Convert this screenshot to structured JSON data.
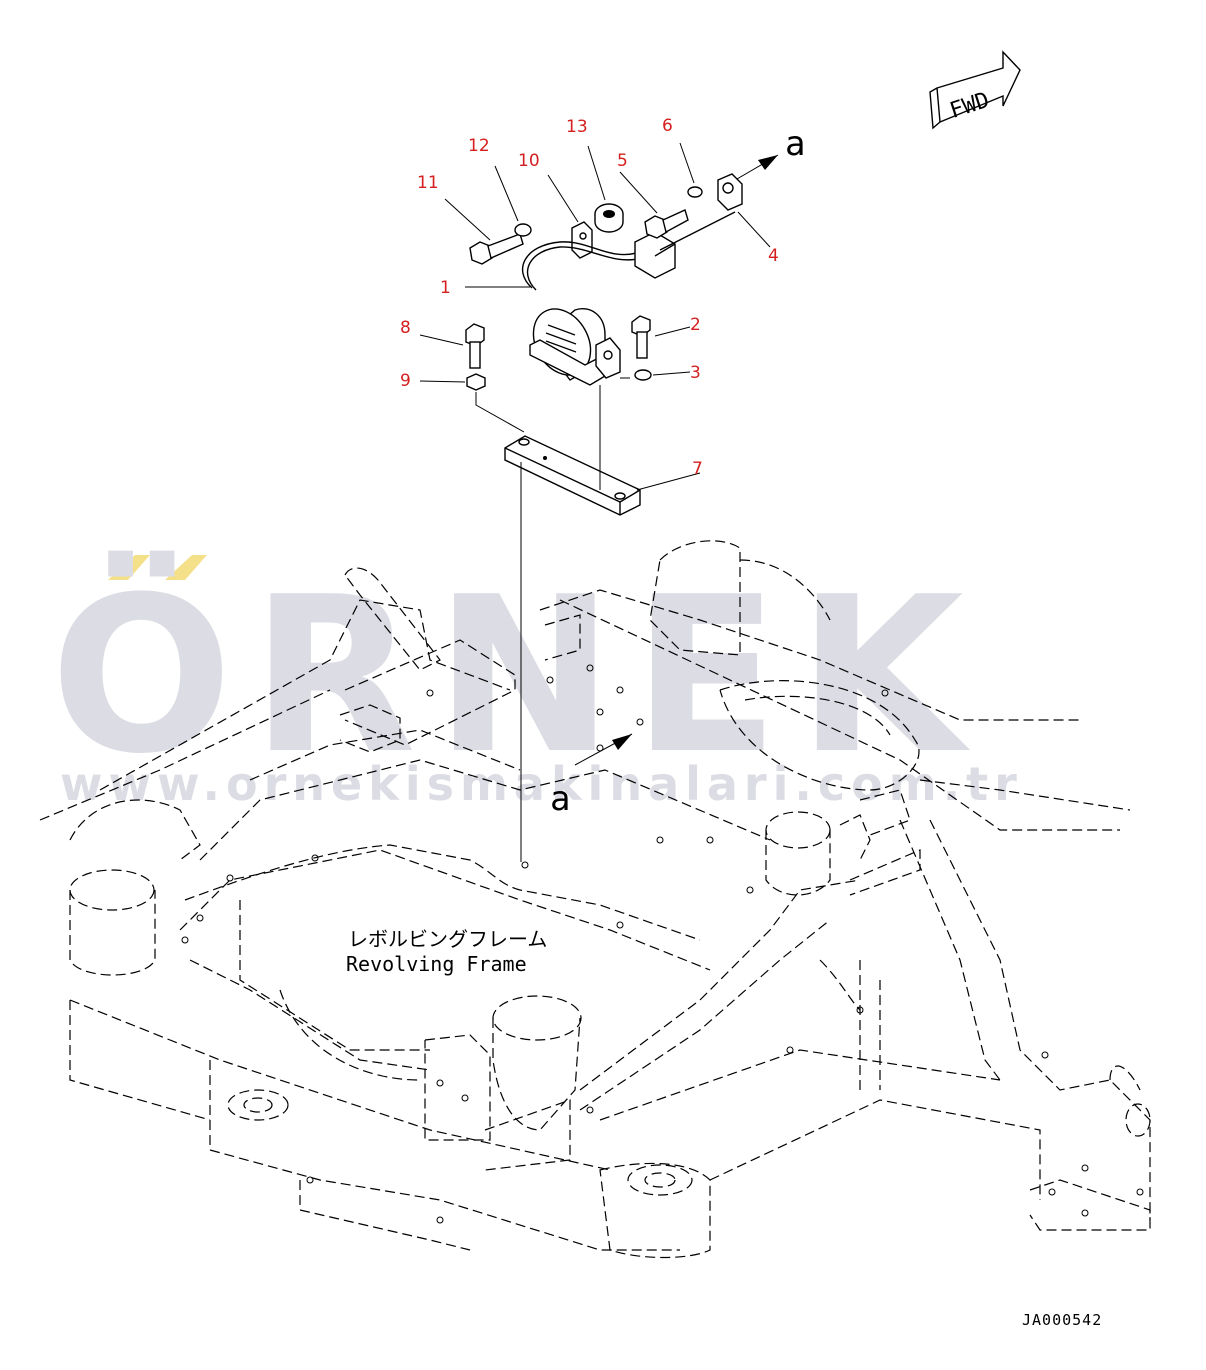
{
  "diagram": {
    "watermark_brand": "ÖRNEK",
    "watermark_url": "www.ornekismakinalari.com.tr",
    "fwd_label": "FWD",
    "view_marker": "a",
    "frame_label_jp": "レボルビングフレーム",
    "frame_label_en": "Revolving Frame",
    "drawing_id": "JA000542",
    "callouts": [
      "1",
      "2",
      "3",
      "4",
      "5",
      "6",
      "7",
      "8",
      "9",
      "10",
      "11",
      "12",
      "13"
    ],
    "colors": {
      "callout": "#d42020",
      "watermark": "#dcdce4",
      "watermark_accent": "#f5e08a",
      "line": "#000000"
    }
  }
}
